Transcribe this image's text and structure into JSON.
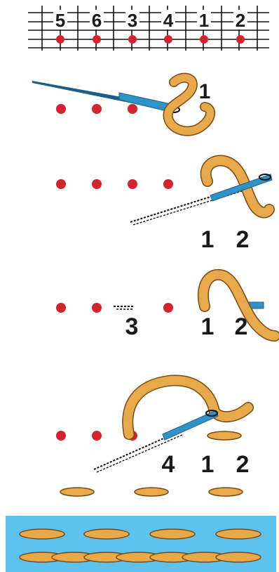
{
  "colors": {
    "dot": "#d4222e",
    "thread": "#e7a94a",
    "thread_outline": "#7a4a12",
    "needle": "#2f93c8",
    "needle_dark": "#1b5f86",
    "fabric": "#5dc3ee",
    "grid": "#111111",
    "label": "#1a1a1a"
  },
  "grid_header": {
    "labels": [
      "5",
      "6",
      "3",
      "4",
      "1",
      "2"
    ]
  },
  "step1": {
    "labels": [
      "1"
    ],
    "icons": [
      "needle-icon",
      "thread-loop-icon"
    ]
  },
  "step2": {
    "labels": [
      "1",
      "2"
    ],
    "icons": [
      "needle-icon",
      "thread-loop-icon"
    ]
  },
  "step3": {
    "labels": [
      "3",
      "1",
      "2"
    ],
    "icons": [
      "needle-icon",
      "thread-loop-icon"
    ]
  },
  "step4": {
    "labels": [
      "4",
      "1",
      "2"
    ],
    "icons": [
      "needle-icon",
      "thread-loop-icon"
    ]
  },
  "result": {
    "description_icons": [
      "stitch-dash-icon"
    ]
  }
}
